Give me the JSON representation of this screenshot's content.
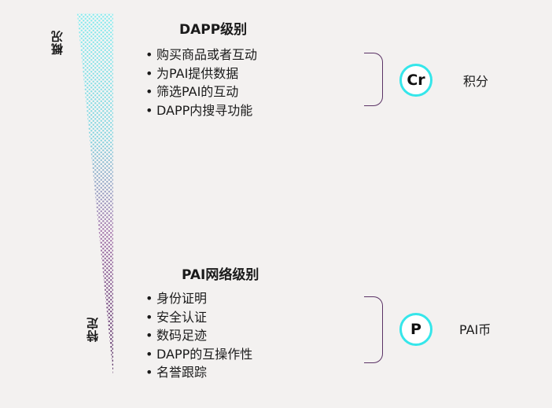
{
  "wedge": {
    "top_label": "概况",
    "bottom_label": "特定",
    "colors": {
      "dot_light": "#7fe6ea",
      "dot_dark": "#5d3a66"
    }
  },
  "levels": [
    {
      "title": "DAPP级别",
      "items": [
        "购买商品或者互动",
        "为PAI提供数据",
        "筛选PAI的互动",
        "DAPP内搜寻功能"
      ],
      "badge": "Cr",
      "reward": "积分"
    },
    {
      "title": "PAI网络级别",
      "items": [
        "身份证明",
        "安全认证",
        "数码足迹",
        "DAPP的互操作性",
        "名誉跟踪"
      ],
      "badge": "P",
      "reward": "PAI币"
    }
  ],
  "colors": {
    "brace": "#5b3366",
    "badge_ring": "#35e6ea",
    "background": "#f3f1f0"
  }
}
